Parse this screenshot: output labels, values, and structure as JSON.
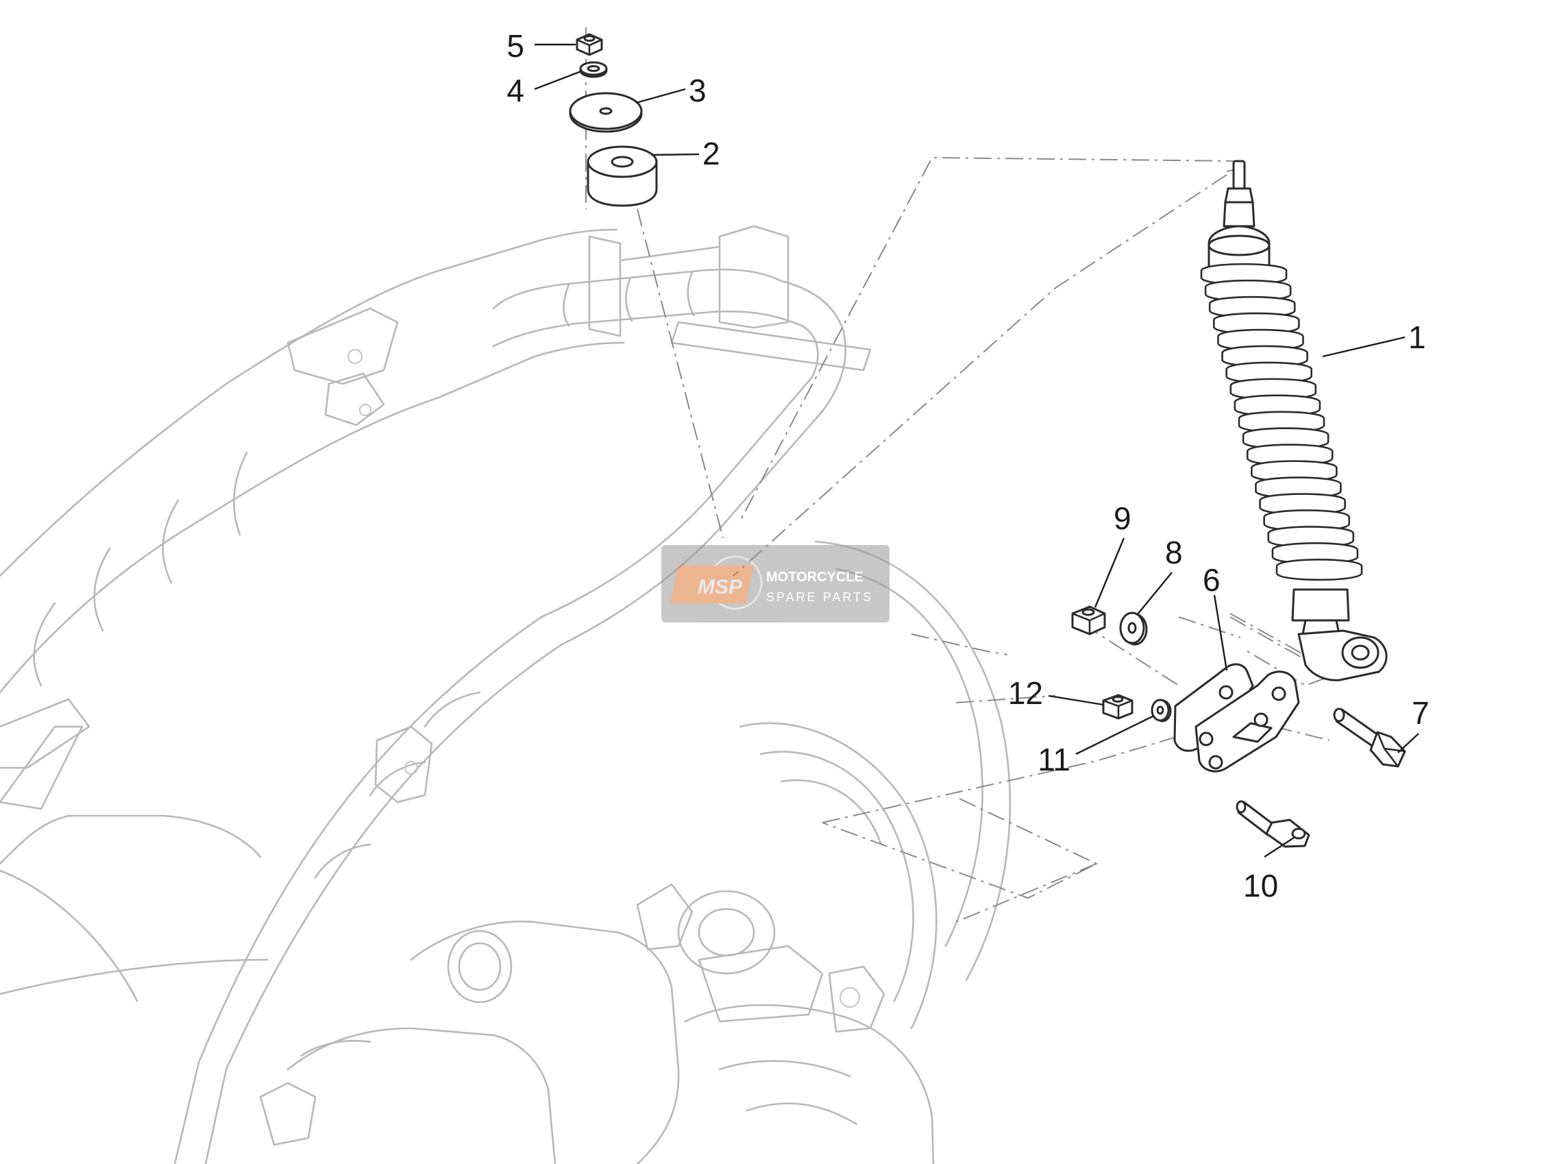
{
  "diagram": {
    "callouts": [
      {
        "id": "1",
        "label": "1"
      },
      {
        "id": "2",
        "label": "2"
      },
      {
        "id": "3",
        "label": "3"
      },
      {
        "id": "4",
        "label": "4"
      },
      {
        "id": "5",
        "label": "5"
      },
      {
        "id": "6",
        "label": "6"
      },
      {
        "id": "7",
        "label": "7"
      },
      {
        "id": "8",
        "label": "8"
      },
      {
        "id": "9",
        "label": "9"
      },
      {
        "id": "10",
        "label": "10"
      },
      {
        "id": "11",
        "label": "11"
      },
      {
        "id": "12",
        "label": "12"
      }
    ]
  },
  "watermark": {
    "logo": "MSP",
    "line1": "MOTORCYCLE",
    "line2": "SPARE PARTS",
    "logo_color": "#e07a3a"
  }
}
